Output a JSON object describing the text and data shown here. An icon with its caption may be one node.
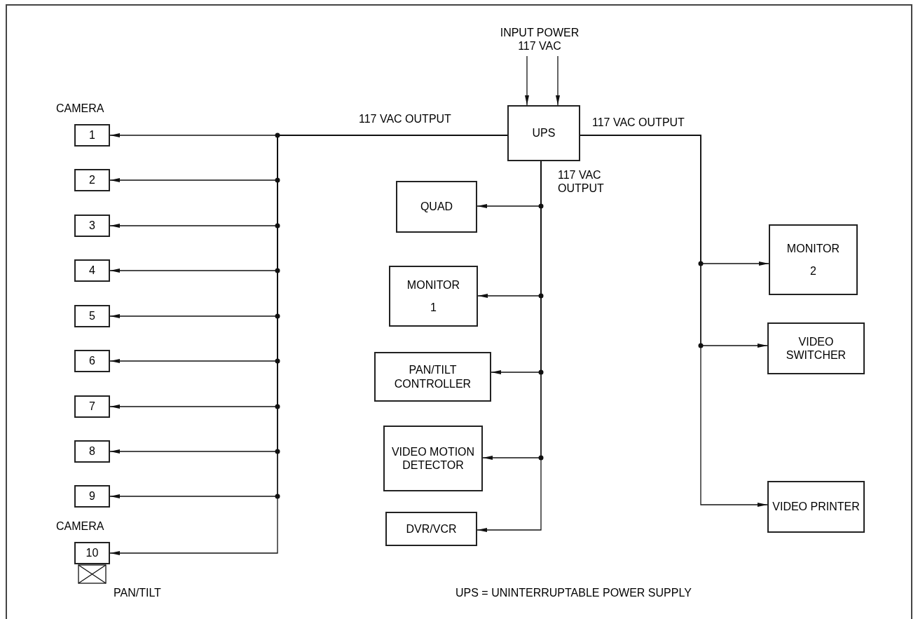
{
  "diagram": {
    "nodes": [
      {
        "text": [
          "INPUT POWER",
          "117 VAC"
        ]
      },
      {
        "text": [
          "UPS"
        ]
      },
      {
        "text": [
          "1"
        ],
        "beside": [
          "CAMERA"
        ]
      },
      {
        "text": [
          "2"
        ]
      },
      {
        "text": [
          "3"
        ]
      },
      {
        "text": [
          "4"
        ]
      },
      {
        "text": [
          "5"
        ]
      },
      {
        "text": [
          "6"
        ]
      },
      {
        "text": [
          "7"
        ]
      },
      {
        "text": [
          "8"
        ]
      },
      {
        "text": [
          "9"
        ]
      },
      {
        "text": [
          "10"
        ],
        "beside": [
          "CAMERA"
        ]
      },
      {
        "text": [
          "QUAD"
        ]
      },
      {
        "text": [
          "MONITOR",
          "1"
        ]
      },
      {
        "text": [
          "PAN/TILT CONTROLLER"
        ]
      },
      {
        "text": [
          "VIDEO MOTION DETECTOR"
        ]
      },
      {
        "text": [
          "DVR/VCR"
        ]
      },
      {
        "text": [
          "MONITOR",
          "2"
        ]
      },
      {
        "text": [
          "VIDEO SWITCHER"
        ]
      },
      {
        "text": [
          "VIDEO PRINTER"
        ]
      }
    ],
    "edges": [
      {
        "from": 0,
        "to": 1,
        "arrow": "to"
      },
      {
        "from": 0,
        "to": 1,
        "arrow": "to"
      },
      {
        "from": 1,
        "to": 2,
        "arrow": "to",
        "label": "117 VAC OUTPUT"
      },
      {
        "from": 1,
        "to": 3,
        "arrow": "to"
      },
      {
        "from": 1,
        "to": 4,
        "arrow": "to"
      },
      {
        "from": 1,
        "to": 5,
        "arrow": "to"
      },
      {
        "from": 1,
        "to": 6,
        "arrow": "to"
      },
      {
        "from": 1,
        "to": 7,
        "arrow": "to"
      },
      {
        "from": 1,
        "to": 8,
        "arrow": "to"
      },
      {
        "from": 1,
        "to": 9,
        "arrow": "to"
      },
      {
        "from": 1,
        "to": 10,
        "arrow": "to"
      },
      {
        "from": 1,
        "to": 11,
        "arrow": "to"
      },
      {
        "from": 1,
        "to": 12,
        "arrow": "to",
        "label": "117 VAC OUTPUT"
      },
      {
        "from": 1,
        "to": 13,
        "arrow": "to"
      },
      {
        "from": 1,
        "to": 14,
        "arrow": "to"
      },
      {
        "from": 1,
        "to": 15,
        "arrow": "to"
      },
      {
        "from": 1,
        "to": 16,
        "arrow": "to"
      },
      {
        "from": 1,
        "to": 17,
        "arrow": "to",
        "label": "117 VAC OUTPUT"
      },
      {
        "from": 1,
        "to": 18,
        "arrow": "to"
      },
      {
        "from": 1,
        "to": 19,
        "arrow": "to"
      }
    ],
    "labels": [
      "PAN/TILT",
      "UPS = UNINTERRUPTABLE POWER SUPPLY"
    ]
  }
}
